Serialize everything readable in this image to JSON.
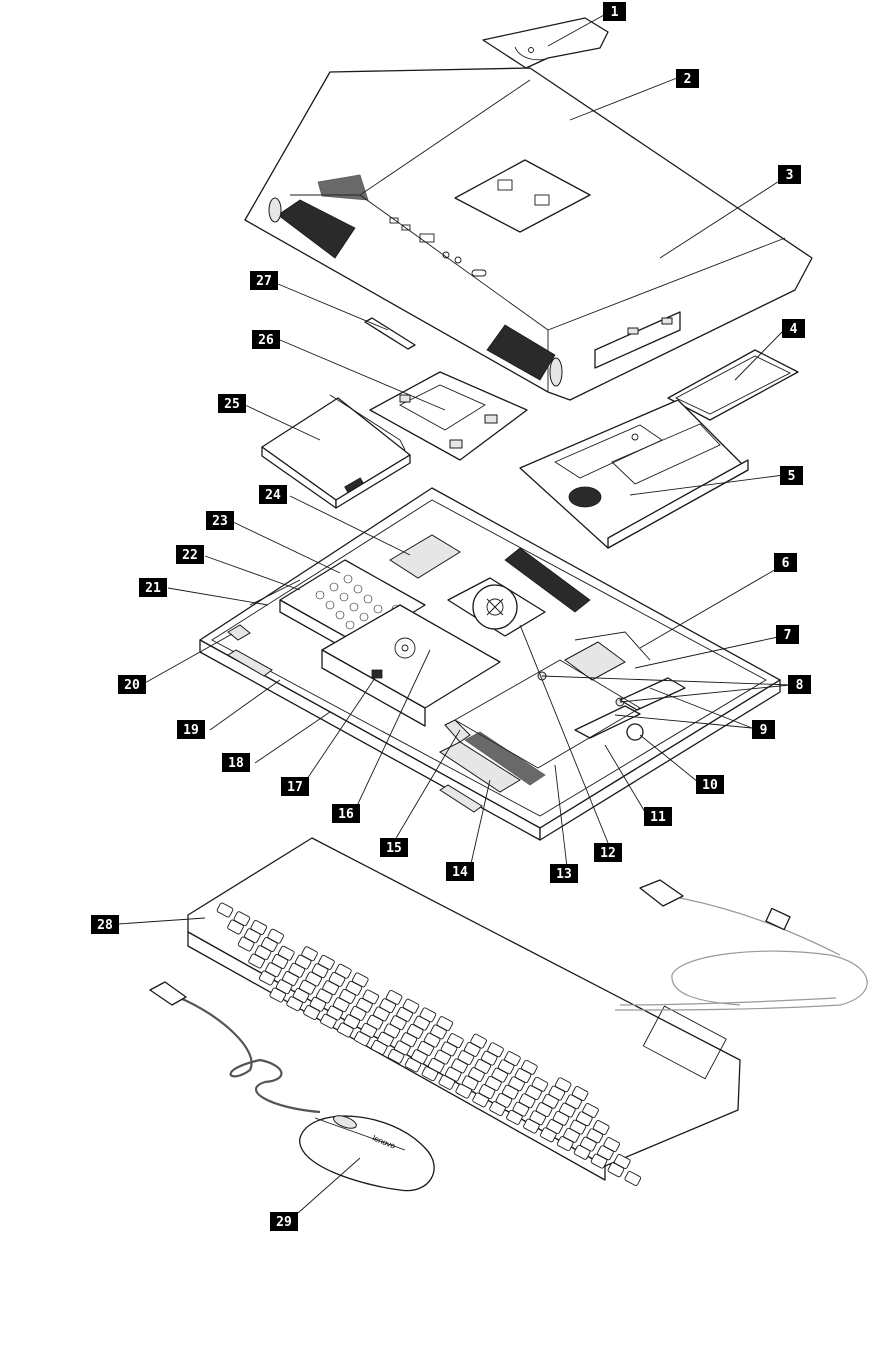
{
  "callouts": [
    "1",
    "2",
    "3",
    "4",
    "5",
    "6",
    "7",
    "8",
    "9",
    "10",
    "11",
    "12",
    "13",
    "14",
    "15",
    "16",
    "17",
    "18",
    "19",
    "20",
    "21",
    "22",
    "23",
    "24",
    "25",
    "26",
    "27",
    "28",
    "29"
  ],
  "mouse_logo": "lenovo"
}
